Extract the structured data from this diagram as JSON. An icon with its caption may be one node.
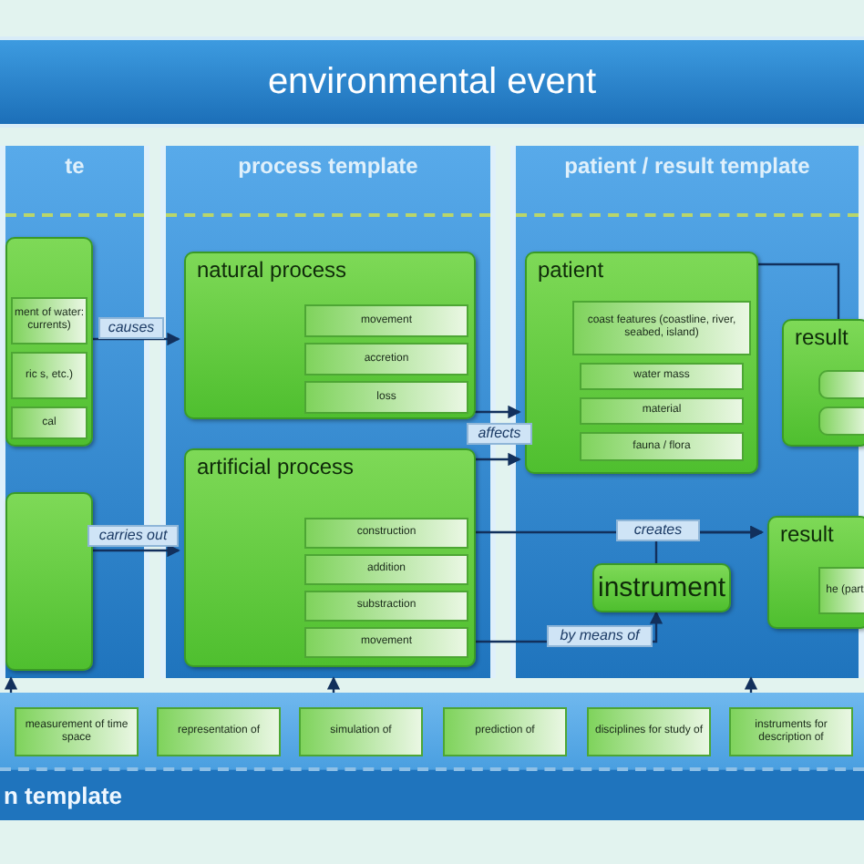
{
  "diagram": {
    "nodes": [
      {
        "text": [
          "environmental event"
        ]
      },
      {
        "text": [
          "te"
        ]
      },
      {
        "text": [],
        "shape": "box",
        "in": 1
      },
      {
        "text": [
          "ment of water: currents)"
        ],
        "in": 2
      },
      {
        "text": [
          "ric s, etc.)"
        ],
        "in": 2
      },
      {
        "text": [
          "cal"
        ],
        "in": 2
      },
      {
        "text": [],
        "shape": "box",
        "in": 1
      },
      {
        "text": [
          "process template"
        ]
      },
      {
        "text": [
          "natural process"
        ],
        "in": 7
      },
      {
        "text": [
          "movement"
        ],
        "in": 8
      },
      {
        "text": [
          "accretion"
        ],
        "in": 8
      },
      {
        "text": [
          "loss"
        ],
        "in": 8
      },
      {
        "text": [
          "artificial process"
        ],
        "in": 7
      },
      {
        "text": [
          "construction"
        ],
        "in": 12
      },
      {
        "text": [
          "addition"
        ],
        "in": 12
      },
      {
        "text": [
          "substraction"
        ],
        "in": 12
      },
      {
        "text": [
          "movement"
        ],
        "in": 12
      },
      {
        "text": [
          "patient / result template"
        ]
      },
      {
        "text": [
          "patient"
        ],
        "in": 17
      },
      {
        "text": [
          "coast features (coastline, river, seabed, island)"
        ],
        "in": 18
      },
      {
        "text": [
          "water mass"
        ],
        "in": 18
      },
      {
        "text": [
          "material"
        ],
        "in": 18
      },
      {
        "text": [
          "fauna / flora"
        ],
        "in": 18
      },
      {
        "text": [
          "result"
        ],
        "in": 17
      },
      {
        "text": [],
        "shape": "box",
        "in": 23
      },
      {
        "text": [],
        "shape": "box",
        "in": 23
      },
      {
        "text": [
          "result"
        ],
        "in": 17
      },
      {
        "text": [
          "he (part"
        ],
        "in": 26
      },
      {
        "text": [
          "instrument"
        ],
        "in": 17
      },
      {
        "text": [
          "n template"
        ]
      },
      {
        "text": [
          "measurement of time space"
        ],
        "in": 29
      },
      {
        "text": [
          "representation of"
        ],
        "in": 29
      },
      {
        "text": [
          "simulation of"
        ],
        "in": 29
      },
      {
        "text": [
          "prediction of"
        ],
        "in": 29
      },
      {
        "text": [
          "disciplines for study of"
        ],
        "in": 29
      },
      {
        "text": [
          "instruments for description of"
        ],
        "in": 29
      }
    ],
    "edges": [
      {
        "from": 2,
        "to": 8,
        "arrow": "to",
        "label": "causes"
      },
      {
        "from": 6,
        "to": 12,
        "arrow": "to",
        "label": "carries out"
      },
      {
        "from": 8,
        "to": 18,
        "arrow": "to",
        "label": "affects"
      },
      {
        "from": 12,
        "to": 18,
        "arrow": "to"
      },
      {
        "from": 12,
        "to": 26,
        "arrow": "to",
        "label": "creates"
      },
      {
        "from": 28,
        "to": 26,
        "arrow": "to"
      },
      {
        "from": 12,
        "to": 28,
        "arrow": "to",
        "label": "by means of"
      },
      {
        "from": 18,
        "to": 23,
        "arrow": "none"
      },
      {
        "from": 29,
        "to": 7,
        "arrow": "to"
      },
      {
        "from": 29,
        "to": 17,
        "arrow": "to"
      },
      {
        "from": 29,
        "to": 1,
        "arrow": "to"
      }
    ]
  }
}
